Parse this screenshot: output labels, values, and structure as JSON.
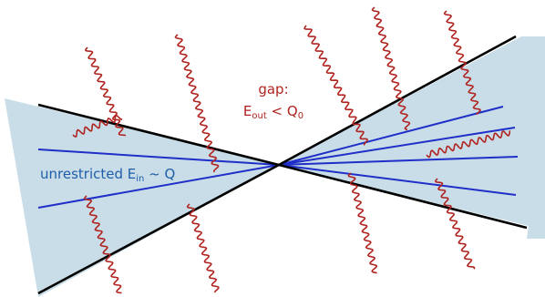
{
  "colors": {
    "cone_fill": "#c9dde8",
    "cone_edge": "#000000",
    "jet_line": "#1f2fc8",
    "wavy_line": "#b0231f",
    "gap_label": "#b0231f",
    "jet_label": "#1f5ea8"
  },
  "labels": {
    "gap_title": "gap:",
    "gap_cond": {
      "E": "E",
      "sub": "out",
      "rel": " < Q",
      "q_sub": "0"
    },
    "jet_cond": {
      "prefix": "unrestricted E",
      "sub": "in",
      "suffix": " ~ Q"
    }
  }
}
